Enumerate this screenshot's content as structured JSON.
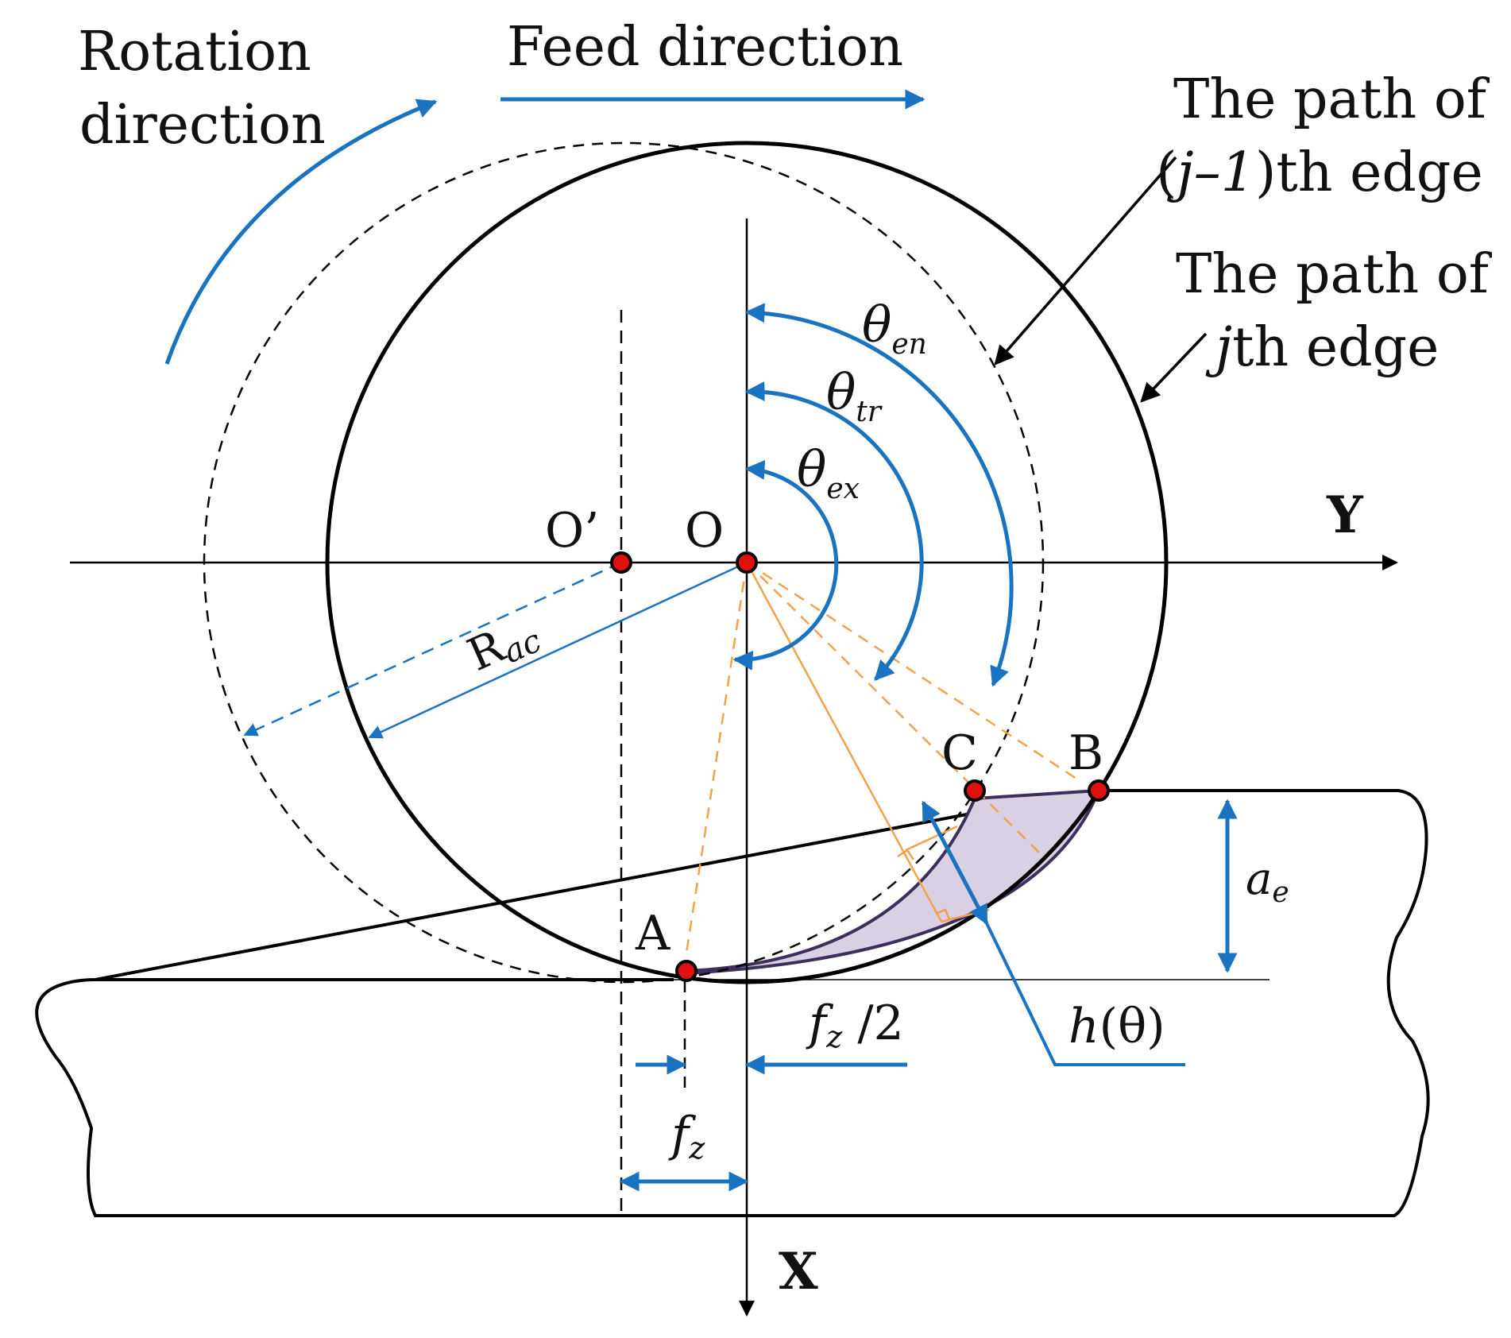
{
  "labels": {
    "rotation_line1": "Rotation",
    "rotation_line2": "direction",
    "feed": "Feed direction",
    "path_prev_line1": "The path of",
    "path_prev_line2_pre": "(",
    "path_prev_line2_j": "j",
    "path_prev_line2_mid": "–1",
    "path_prev_line2_post": ")th edge",
    "path_cur_line1": "The path of",
    "path_cur_line2_j": "j",
    "path_cur_line2_post": "th edge",
    "axis_y": "Y",
    "axis_x": "X",
    "point_o_prime": "O’",
    "point_o": "O",
    "point_a": "A",
    "point_b": "B",
    "point_c": "C",
    "theta": "θ",
    "theta_en_sub": "en",
    "theta_tr_sub": "tr",
    "theta_ex_sub": "ex",
    "r_main": "R",
    "r_sub": "ac",
    "ae_main": "a",
    "ae_sub": "e",
    "fz2_main": "f",
    "fz2_sub": "z",
    "fz2_post": " /2",
    "fz_main": "f",
    "fz_sub": "z",
    "h_pre": "h",
    "h_paren_open": "(",
    "h_theta": "θ",
    "h_paren_close": ")"
  },
  "colors": {
    "line": "#000000",
    "blue": "#1a73c0",
    "orange": "#f2a24a",
    "point_fill": "#e01010",
    "chip_fill": "#d9d0e3",
    "chip_stroke": "#3d2f5c"
  }
}
